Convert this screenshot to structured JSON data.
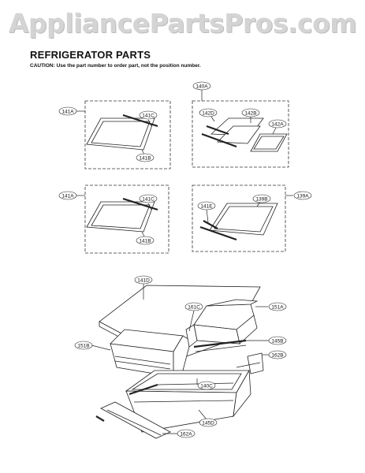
{
  "watermark": "AppliancePartsPros.com",
  "header": {
    "title": "REFRIGERATOR PARTS",
    "caution": "CAUTION: Use the part number to order part, not the position number."
  },
  "labels": {
    "l141A_top": "141A",
    "l141C_top": "141C",
    "l141B_top": "141B",
    "l140A": "140A",
    "l142D": "142D",
    "l142B": "142B",
    "l142A": "142A",
    "l141A_mid": "141A",
    "l141C_mid": "141C",
    "l141B_mid": "141B",
    "l141E": "141E",
    "l139B": "139B",
    "l139A": "139A",
    "l141D": "141D",
    "l161C": "161C",
    "l151A": "151A",
    "l151B": "151B",
    "l145B": "145B",
    "l162B": "162B",
    "l140C": "140C",
    "l145D": "145D",
    "l162A": "162A"
  }
}
